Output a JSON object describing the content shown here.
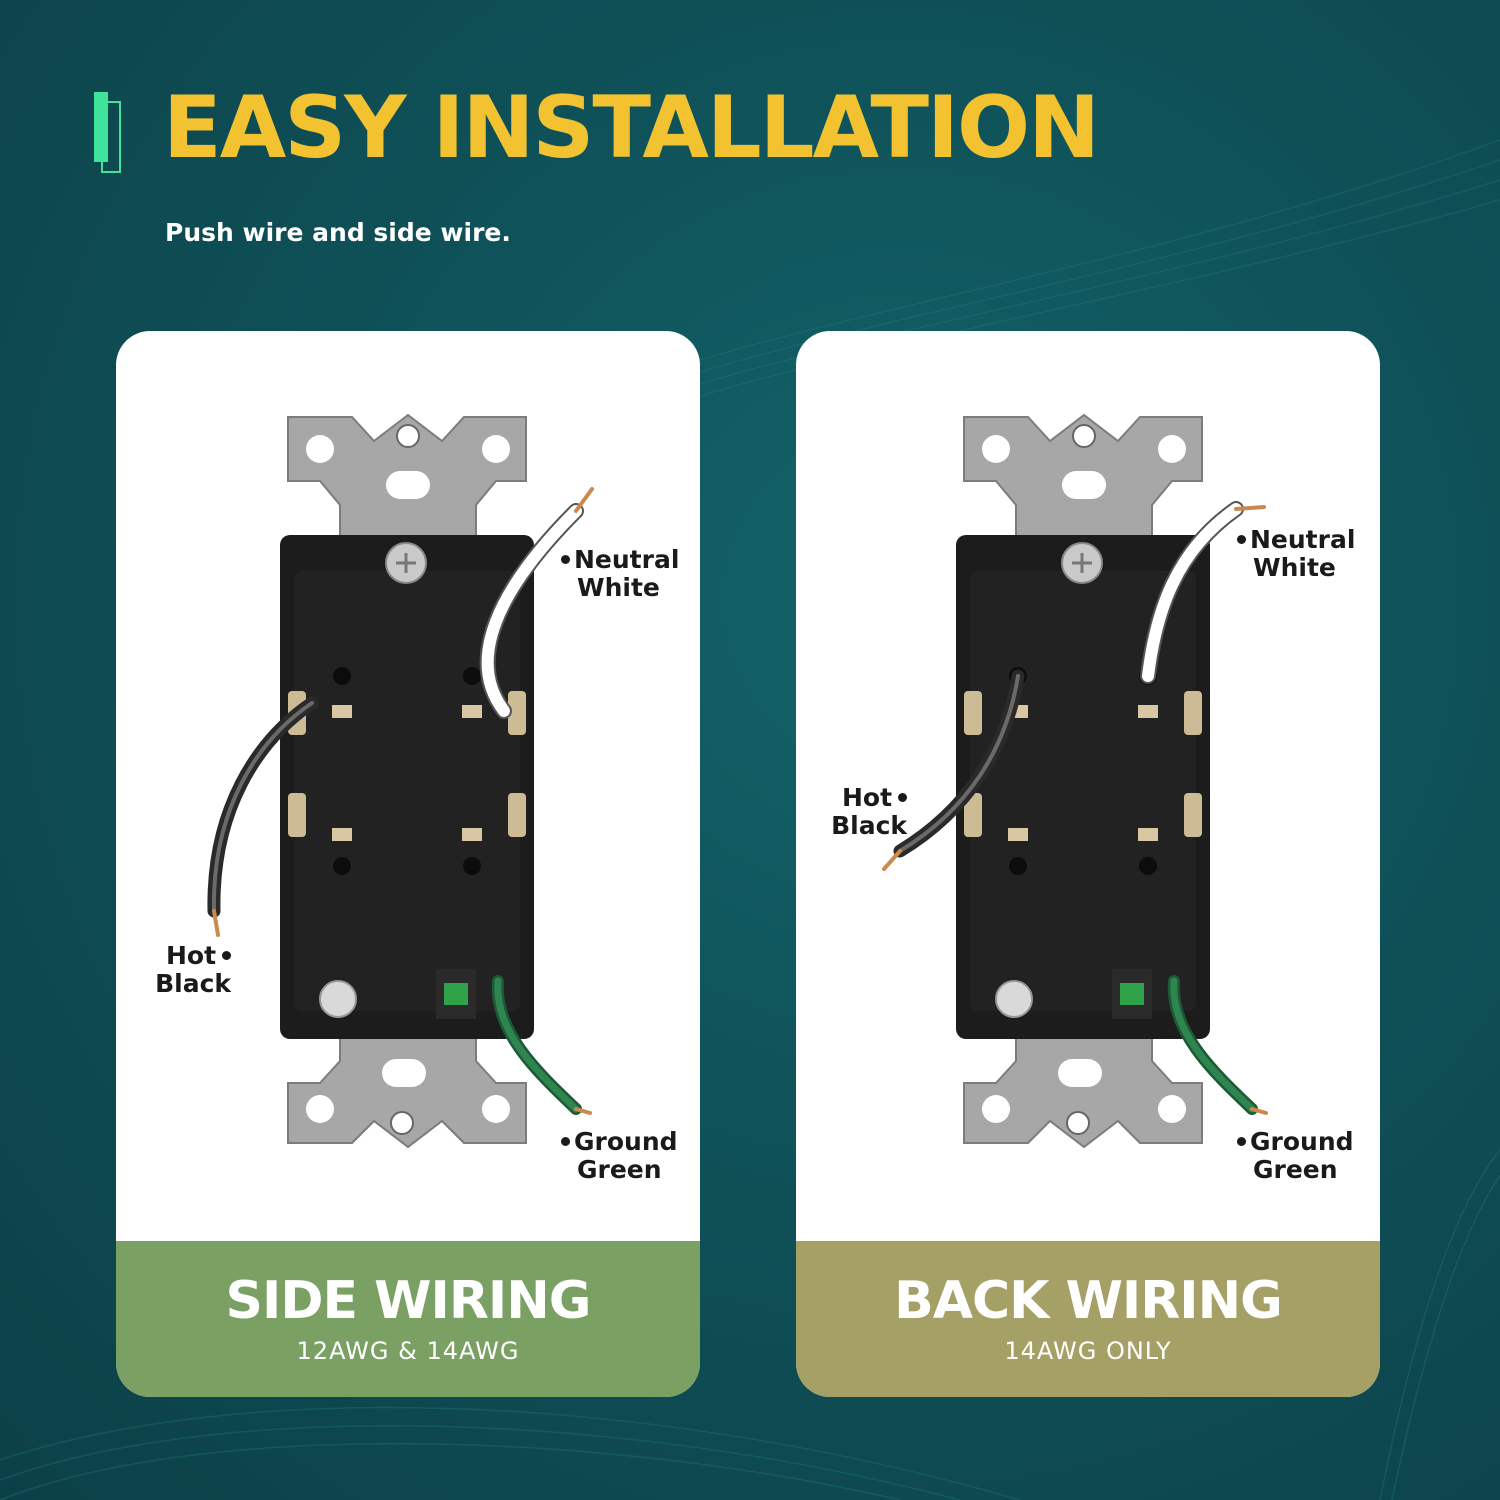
{
  "header": {
    "title": "EASY INSTALLATION",
    "subtitle": "Push wire and side wire."
  },
  "colors": {
    "background": "#0f5158",
    "title": "#f2c230",
    "accent": "#3fe39a",
    "side_footer": "#7aa064",
    "back_footer": "#a5a166"
  },
  "cards": [
    {
      "footer_title": "SIDE WIRING",
      "footer_sub": "12AWG & 14AWG",
      "labels": {
        "neutral": "Neutral",
        "white": "White",
        "hot": "Hot",
        "black": "Black",
        "ground": "Ground",
        "green": "Green"
      }
    },
    {
      "footer_title": "BACK WIRING",
      "footer_sub": "14AWG ONLY",
      "labels": {
        "neutral": "Neutral",
        "white": "White",
        "hot": "Hot",
        "black": "Black",
        "ground": "Ground",
        "green": "Green"
      }
    }
  ]
}
